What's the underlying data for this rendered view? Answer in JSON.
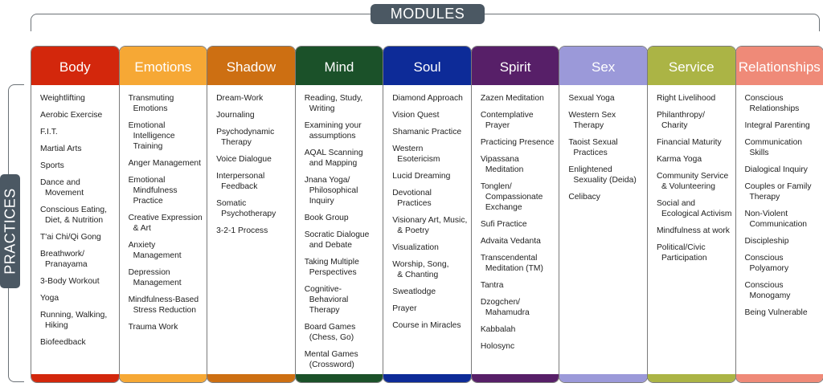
{
  "modules_label": "MODULES",
  "practices_label": "PRACTICES",
  "modules": [
    {
      "name": "Body",
      "color": "#d3270c",
      "items": [
        "Weightlifting",
        "Aerobic Exercise",
        "F.I.T.",
        "Martial Arts",
        "Sports",
        "Dance and\nMovement",
        "Conscious Eating,\nDiet, & Nutrition",
        "T'ai Chi/Qi Gong",
        "Breathwork/\nPranayama",
        "3-Body Workout",
        "Yoga",
        "Running, Walking,\nHiking",
        "Biofeedback"
      ]
    },
    {
      "name": "Emotions",
      "color": "#f6a835",
      "items": [
        "Transmuting\nEmotions",
        "Emotional\nIntelligence\nTraining",
        "Anger Management",
        "Emotional\nMindfulness\nPractice",
        "Creative Expression\n& Art",
        "Anxiety\nManagement",
        "Depression\nManagement",
        "Mindfulness-Based\nStress Reduction",
        "Trauma Work"
      ]
    },
    {
      "name": "Shadow",
      "color": "#cd6f12",
      "items": [
        "Dream-Work",
        "Journaling",
        "Psychodynamic\nTherapy",
        "Voice Dialogue",
        "Interpersonal\nFeedback",
        "Somatic\nPsychotherapy",
        "3-2-1 Process"
      ]
    },
    {
      "name": "Mind",
      "color": "#1b5129",
      "items": [
        "Reading, Study,\nWriting",
        "Examining your\nassumptions",
        "AQAL Scanning\nand Mapping",
        "Jnana Yoga/\nPhilosophical\nInquiry",
        "Book Group",
        "Socratic Dialogue\nand Debate",
        "Taking Multiple\nPerspectives",
        "Cognitive-\nBehavioral Therapy",
        "Board Games\n(Chess, Go)",
        "Mental Games\n(Crossword)"
      ]
    },
    {
      "name": "Soul",
      "color": "#0d2b98",
      "items": [
        "Diamond Approach",
        "Vision Quest",
        "Shamanic Practice",
        "Western Esotericism",
        "Lucid Dreaming",
        "Devotional Practices",
        "Visionary Art, Music,\n& Poetry",
        "Visualization",
        "Worship, Song,\n& Chanting",
        "Sweatlodge",
        "Prayer",
        "Course in Miracles"
      ]
    },
    {
      "name": "Spirit",
      "color": "#571f68",
      "items": [
        "Zazen Meditation",
        "Contemplative\nPrayer",
        "Practicing Presence",
        "Vipassana\nMeditation",
        "Tonglen/\nCompassionate\nExchange",
        "Sufi Practice",
        "Advaita Vedanta",
        "Transcendental\nMeditation (TM)",
        "Tantra",
        "Dzogchen/\nMahamudra",
        "Kabbalah",
        "Holosync"
      ]
    },
    {
      "name": "Sex",
      "color": "#9b99d9",
      "items": [
        "Sexual Yoga",
        "Western Sex\nTherapy",
        "Taoist Sexual\nPractices",
        "Enlightened\nSexuality (Deida)",
        "Celibacy"
      ]
    },
    {
      "name": "Service",
      "color": "#abb445",
      "items": [
        "Right Livelihood",
        "Philanthropy/\nCharity",
        "Financial Maturity",
        "Karma Yoga",
        "Community Service\n& Volunteering",
        "Social and\nEcological Activism",
        "Mindfulness at work",
        "Political/Civic\nParticipation"
      ]
    },
    {
      "name": "Relationships",
      "color": "#ef8a78",
      "items": [
        "Conscious\nRelationships",
        "Integral Parenting",
        "Communication\nSkills",
        "Dialogical Inquiry",
        "Couples or Family\nTherapy",
        "Non-Violent\nCommunication",
        "Discipleship",
        "Conscious\nPolyamory",
        "Conscious\nMonogamy",
        "Being Vulnerable"
      ]
    }
  ]
}
